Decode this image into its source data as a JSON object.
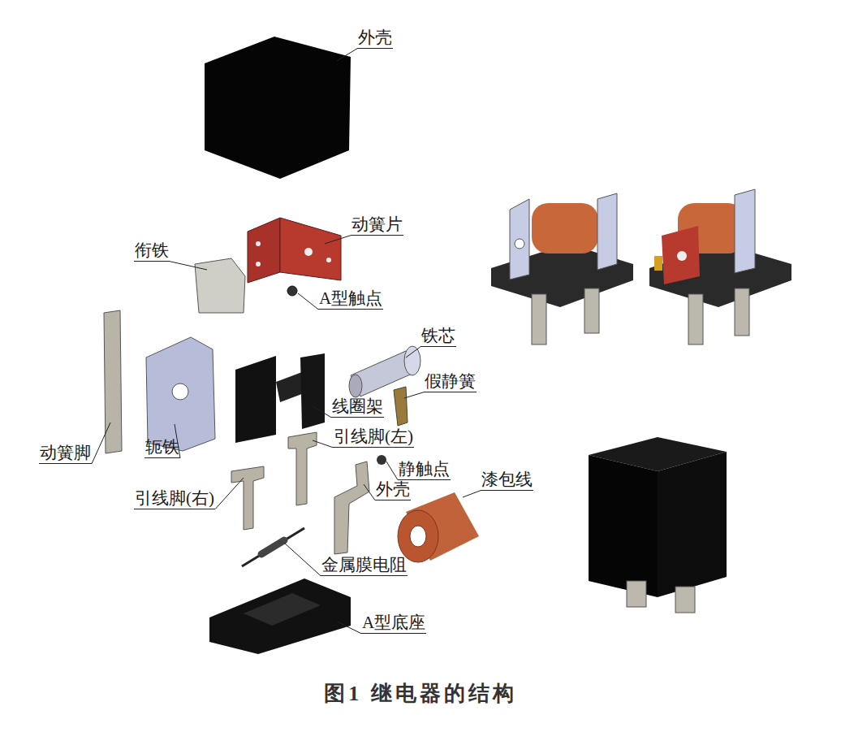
{
  "diagram": {
    "caption": "图1 继电器的结构",
    "labels": [
      "外壳",
      "动簧片",
      "衔铁",
      "A型触点",
      "铁芯",
      "假静簧",
      "线圈架",
      "引线脚(左)",
      "动簧脚",
      "轭铁",
      "静触点",
      "外壳",
      "漆包线",
      "引线脚(右)",
      "金属膜电阻",
      "A型底座"
    ]
  }
}
